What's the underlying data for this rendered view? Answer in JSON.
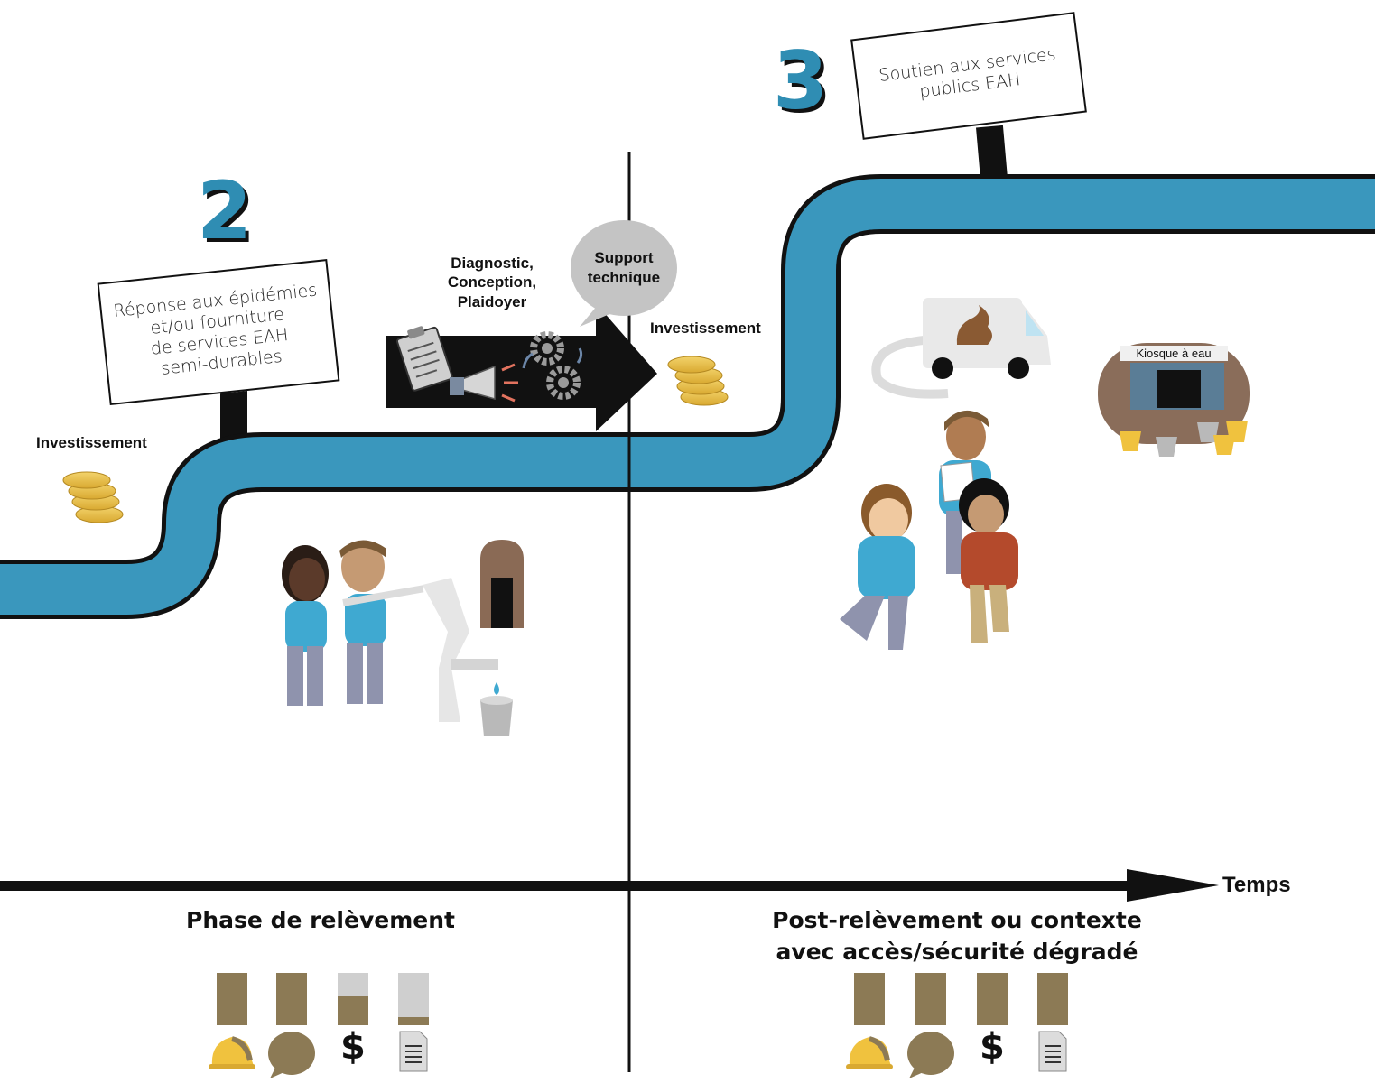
{
  "phases": [
    {
      "number": "2",
      "sign_text": "Réponse aux épidémies\net/ou fourniture\nde services EAH\nsemi-durables"
    },
    {
      "number": "3",
      "sign_text": "Soutien aux services\npublics EAH"
    }
  ],
  "labels": {
    "investment_left": "Investissement",
    "investment_right": "Investissement",
    "arrow_label": "Diagnostic,\nConception,\nPlaidoyer",
    "bubble_text": "Support\ntechnique",
    "kiosk": "Kiosque à eau",
    "axis": "Temps"
  },
  "sections": [
    {
      "title": "Phase de relèvement",
      "indicators": [
        {
          "icon": "hard-hat-icon",
          "level": 1.0
        },
        {
          "icon": "speech-bubble-icon",
          "level": 1.0
        },
        {
          "icon": "dollar-icon",
          "glyph": "$",
          "level": 0.55
        },
        {
          "icon": "document-icon",
          "level": 0.15
        }
      ]
    },
    {
      "title": "Post-relèvement ou contexte\navec accès/sécurité dégradé",
      "indicators": [
        {
          "icon": "hard-hat-icon",
          "level": 1.0
        },
        {
          "icon": "speech-bubble-icon",
          "level": 1.0
        },
        {
          "icon": "dollar-icon",
          "glyph": "$",
          "level": 1.0
        },
        {
          "icon": "document-icon",
          "level": 1.0
        }
      ]
    }
  ],
  "colors": {
    "river": "#3a97bd",
    "phase_number": "#2f8db3",
    "indicator_fill": "#8c7a55",
    "indicator_empty": "#cfcfcf",
    "shirt": "#3fa9d1"
  }
}
